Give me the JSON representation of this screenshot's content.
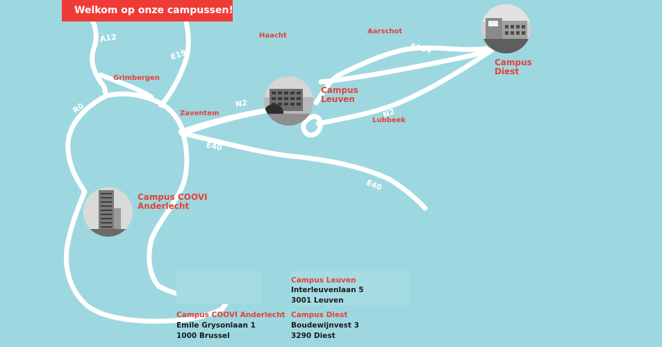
{
  "banner": {
    "text": "Welkom op onze campussen!"
  },
  "roads": {
    "a12": "A12",
    "e19": "E19",
    "r0": "R0",
    "n2_west": "N2",
    "n2_east": "N2",
    "e40_west": "E40",
    "e40_east": "E40",
    "e314": "E314"
  },
  "places": {
    "haacht": "Haacht",
    "aarschot": "Aarschot",
    "grimbergen": "Grimbergen",
    "zaventem": "Zaventem",
    "lubbeek": "Lubbeek"
  },
  "campuses": {
    "leuven": {
      "line1": "Campus",
      "line2": "Leuven"
    },
    "diest": {
      "line1": "Campus",
      "line2": "Diest"
    },
    "anderlecht": {
      "line1": "Campus COOVI",
      "line2": "Anderlecht"
    }
  },
  "addresses": {
    "anderlecht": {
      "title": "Campus COOVI Anderlecht",
      "street": "Emile Grysonlaan 1",
      "city": "1000 Brussel"
    },
    "leuven": {
      "title": "Campus Leuven",
      "street": "Interleuvenlaan 5",
      "city": "3001 Leuven"
    },
    "diest": {
      "title": "Campus Diest",
      "street": "Boudewijnvest 3",
      "city": "3290 Diest"
    }
  },
  "colors": {
    "water": "#9dd8e0",
    "road": "#ffffff",
    "accent": "#ef3b36",
    "address_text": "#1a1a1a"
  }
}
